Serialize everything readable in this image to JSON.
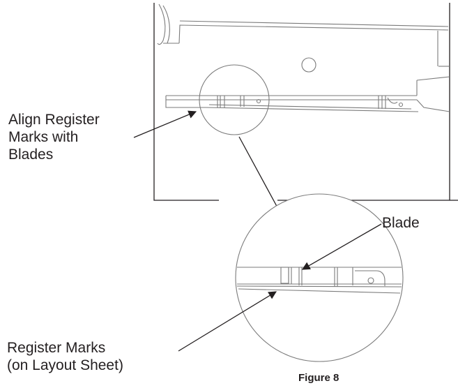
{
  "callouts": {
    "align_register": {
      "lines": [
        "Align Register",
        "Marks with",
        "Blades"
      ]
    },
    "register_marks": {
      "lines": [
        "Register Marks",
        "(on Layout Sheet)"
      ]
    },
    "blade": {
      "label": "Blade"
    }
  },
  "caption": "Figure 8",
  "colors": {
    "ink": "#231f20",
    "drawing_line": "#7a7a7a"
  }
}
